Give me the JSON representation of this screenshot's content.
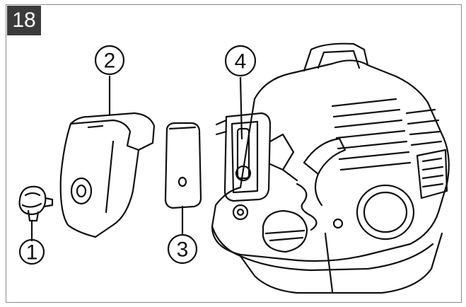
{
  "figure": {
    "number": "18",
    "callouts": [
      {
        "label": "1",
        "part": "knob"
      },
      {
        "label": "2",
        "part": "air-filter-cover"
      },
      {
        "label": "3",
        "part": "air-filter-element"
      },
      {
        "label": "4",
        "part": "carburetor"
      }
    ]
  }
}
